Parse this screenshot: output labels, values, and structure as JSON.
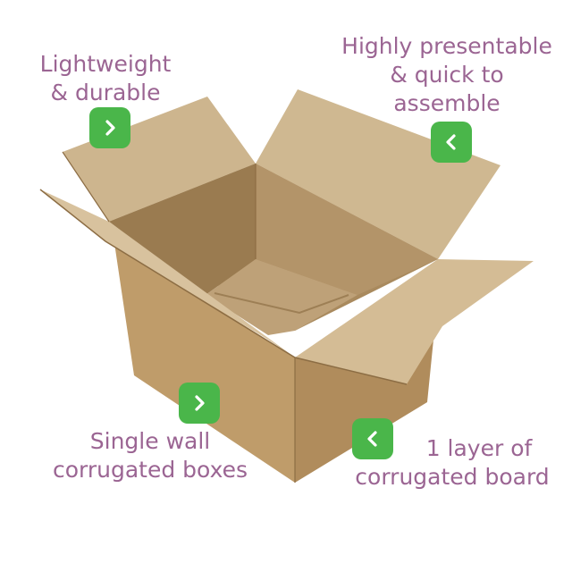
{
  "features": [
    {
      "lines": [
        "Lightweight",
        "& durable"
      ],
      "icon": "chevron-right-icon"
    },
    {
      "lines": [
        "Highly presentable",
        "& quick to",
        "assemble"
      ],
      "icon": "chevron-left-icon"
    },
    {
      "lines": [
        "Single wall",
        "corrugated boxes"
      ],
      "icon": "chevron-right-icon"
    },
    {
      "lines": [
        "1 layer of",
        "corrugated board"
      ],
      "icon": "chevron-left-icon"
    }
  ],
  "colors": {
    "label_text": "#9b6593",
    "badge": "#4ab64a",
    "cardboard": "#c9aa7c"
  },
  "image": {
    "subject": "open-cardboard-box"
  }
}
